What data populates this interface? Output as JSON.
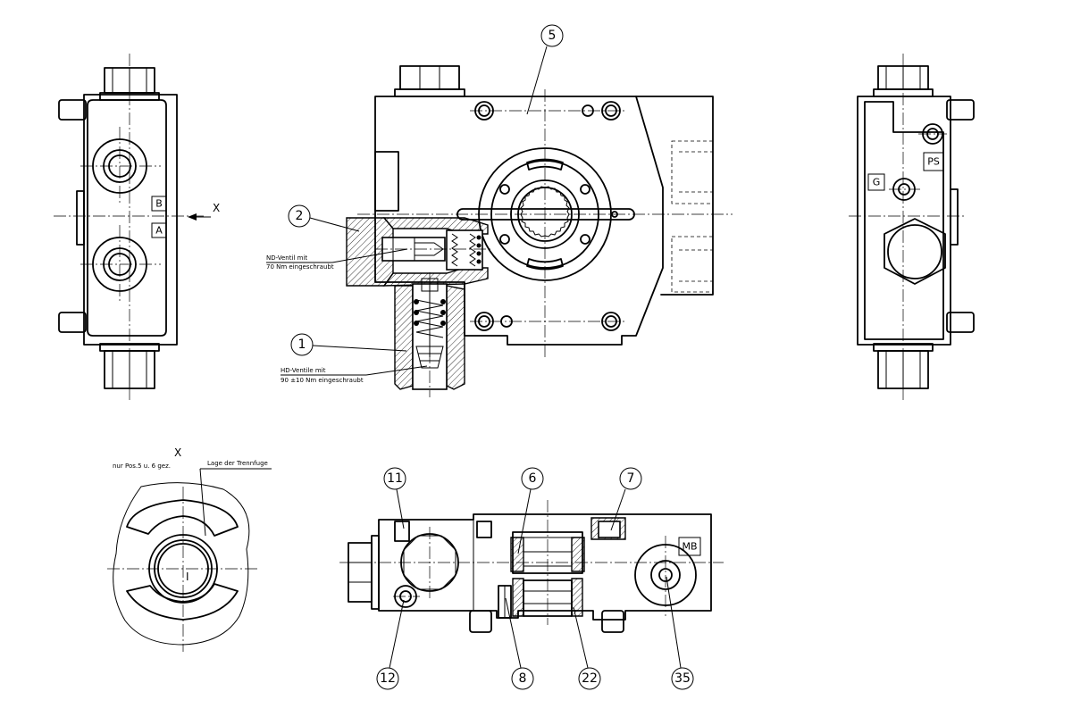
{
  "balloons": {
    "p1": "1",
    "p2": "2",
    "p5": "5",
    "p6": "6",
    "p7": "7",
    "p8": "8",
    "p11": "11",
    "p12": "12",
    "p22": "22",
    "p35": "35"
  },
  "port_labels": {
    "b": "B",
    "a": "A",
    "g": "G",
    "ps": "PS",
    "mb": "MB"
  },
  "view_labels": {
    "x_arrow": "X",
    "x_detail": "X",
    "detail_mark": "I"
  },
  "notes": {
    "nd_line1": "ND-Ventil mit",
    "nd_line2": "70 Nm eingeschraubt",
    "hd_line1": "HD-Ventile mit",
    "hd_line2": "90 ±10 Nm eingeschraubt",
    "detail_note": "nur Pos.5 u. 6 gez.",
    "joint_note": "Lage der Trennfuge"
  }
}
